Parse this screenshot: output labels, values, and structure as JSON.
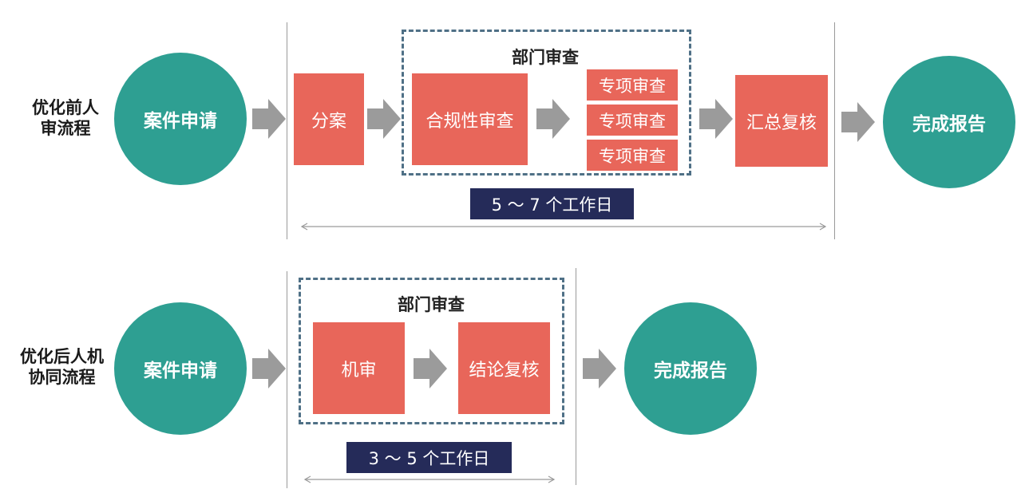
{
  "colors": {
    "circle": "#2e9f92",
    "step_box": "#e8665a",
    "dashed_border": "#4f7086",
    "arrow": "#9b9b9b",
    "duration_badge": "#252b59"
  },
  "before": {
    "label": "优化前人\n审流程",
    "start": "案件申请",
    "step_assign": "分案",
    "dept_title": "部门审查",
    "step_compliance": "合规性审查",
    "special_reviews": [
      "专项审查",
      "专项审查",
      "专项审查"
    ],
    "step_summary": "汇总复核",
    "end": "完成报告",
    "duration": "5 ～ 7 个工作日"
  },
  "after": {
    "label": "优化后人机\n协同流程",
    "start": "案件申请",
    "dept_title": "部门审查",
    "step_machine": "机审",
    "step_conclusion": "结论复核",
    "end": "完成报告",
    "duration": "3 ～ 5 个工作日"
  }
}
